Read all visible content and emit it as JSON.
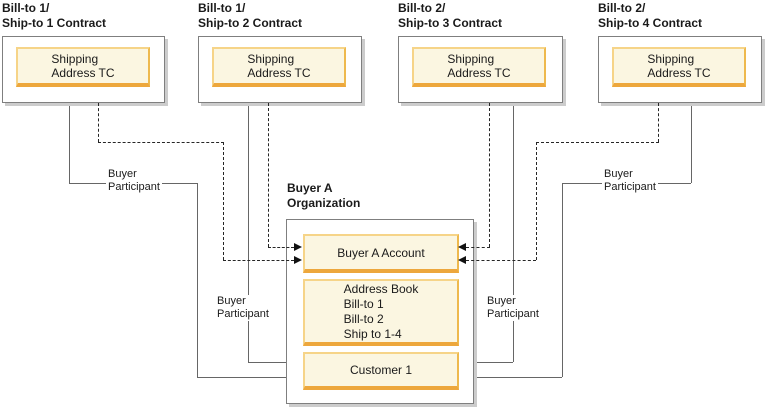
{
  "colors": {
    "inner_box_fill": "#fbf6e1",
    "inner_box_border_light": "#f6d488",
    "inner_box_border_gold": "#eeb94e",
    "inner_box_border_bottom": "#eda73c",
    "outer_box_border": "#7f7f7f",
    "box_shadow": "#cccccc",
    "solid_line": "#666666",
    "dashed_line": "#262626"
  },
  "contracts": [
    {
      "title1": "Bill-to 1/",
      "title2": "Ship-to 1 Contract",
      "tc1": "Shipping",
      "tc2": "Address TC"
    },
    {
      "title1": "Bill-to 1/",
      "title2": "Ship-to 2 Contract",
      "tc1": "Shipping",
      "tc2": "Address TC"
    },
    {
      "title1": "Bill-to 2/",
      "title2": "Ship-to 3 Contract",
      "tc1": "Shipping",
      "tc2": "Address TC"
    },
    {
      "title1": "Bill-to 2/",
      "title2": "Ship-to 4 Contract",
      "tc1": "Shipping",
      "tc2": "Address TC"
    }
  ],
  "organization": {
    "title1": "Buyer A",
    "title2": "Organization",
    "account": "Buyer A Account",
    "address_book": [
      "Address Book",
      "Bill-to 1",
      "Bill-to 2",
      "Ship to 1-4"
    ],
    "customer": "Customer 1"
  },
  "participant_labels": [
    {
      "l1": "Buyer",
      "l2": "Participant"
    },
    {
      "l1": "Buyer",
      "l2": "Participant"
    },
    {
      "l1": "Buyer",
      "l2": "Participant"
    },
    {
      "l1": "Buyer",
      "l2": "Participant"
    }
  ]
}
